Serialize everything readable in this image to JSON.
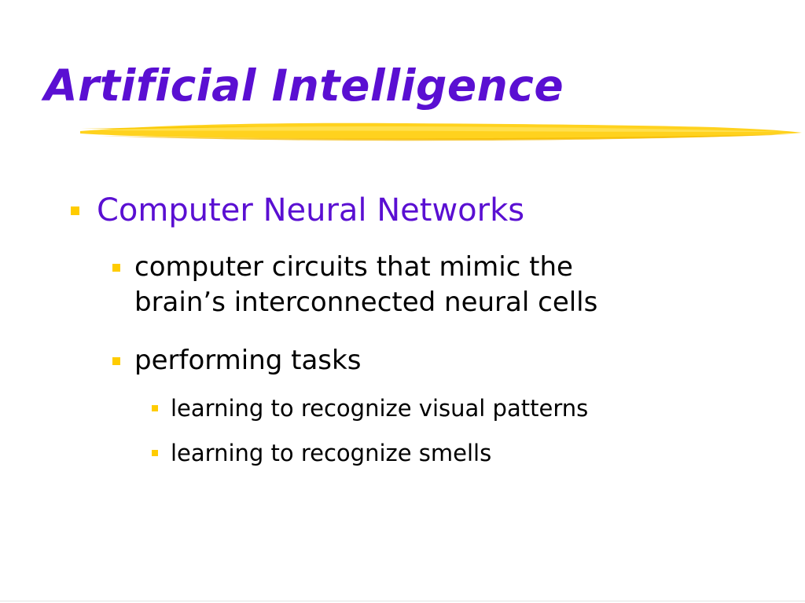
{
  "slide": {
    "title": "Artificial Intelligence",
    "bullets": [
      {
        "level": 1,
        "text": "Computer Neural Networks"
      },
      {
        "level": 2,
        "line1": "computer circuits that mimic the",
        "line2": "brain’s interconnected neural cells"
      },
      {
        "level": 2,
        "text": "performing tasks"
      },
      {
        "level": 3,
        "text": "learning to recognize visual patterns"
      },
      {
        "level": 3,
        "text": "learning to recognize smells"
      }
    ]
  },
  "theme": {
    "title_color": "#5a0fd2",
    "bullet_color": "#ffcc00",
    "underline_color": "#ffd21e",
    "body_text_color": "#000000"
  },
  "icons": {
    "bullet": "square-bullet-icon",
    "underline": "brush-stroke-underline"
  }
}
